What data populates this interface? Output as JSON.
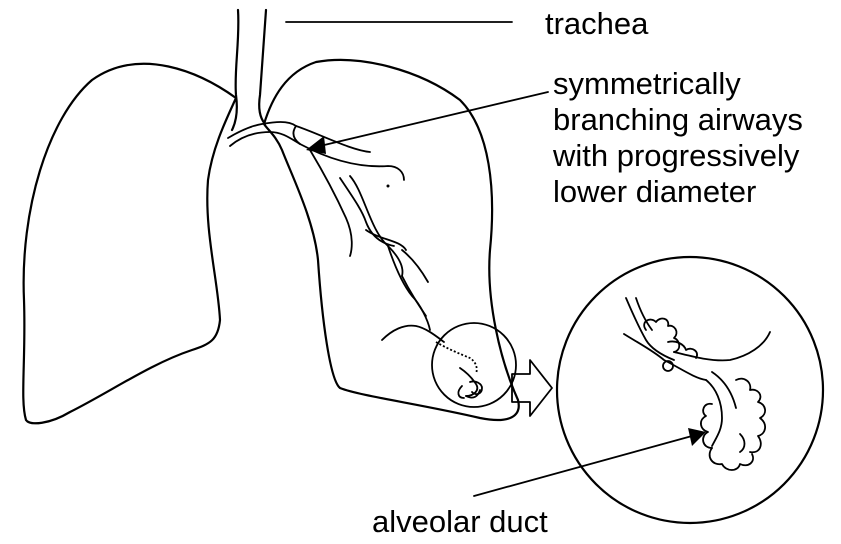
{
  "labels": {
    "trachea": "trachea",
    "branching": [
      "symmetrically",
      "branching airways",
      "with progressively",
      "lower diameter"
    ],
    "alveolar_duct": "alveolar duct"
  }
}
